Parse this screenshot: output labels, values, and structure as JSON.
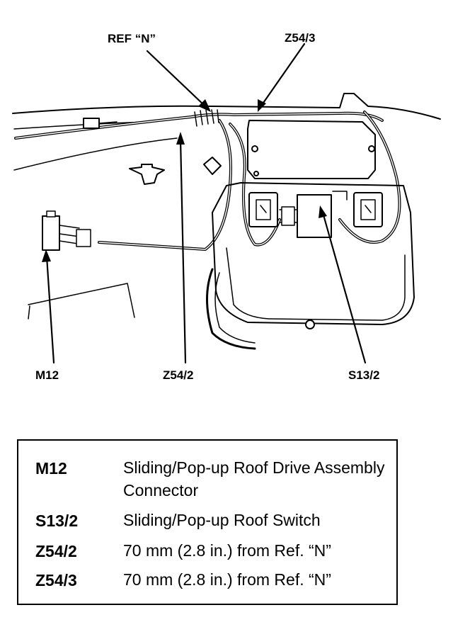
{
  "callouts": {
    "ref_n": "REF “N”",
    "z54_3": "Z54/3",
    "m12": "M12",
    "z54_2": "Z54/2",
    "s13_2": "S13/2"
  },
  "legend": {
    "rows": [
      {
        "code": "M12",
        "desc": "Sliding/Pop-up Roof Drive Assembly Connector"
      },
      {
        "code": "S13/2",
        "desc": "Sliding/Pop-up Roof Switch"
      },
      {
        "code": "Z54/2",
        "desc": "70 mm (2.8 in.) from Ref. “N”"
      },
      {
        "code": "Z54/3",
        "desc": "70 mm (2.8 in.) from Ref. “N”"
      }
    ]
  }
}
